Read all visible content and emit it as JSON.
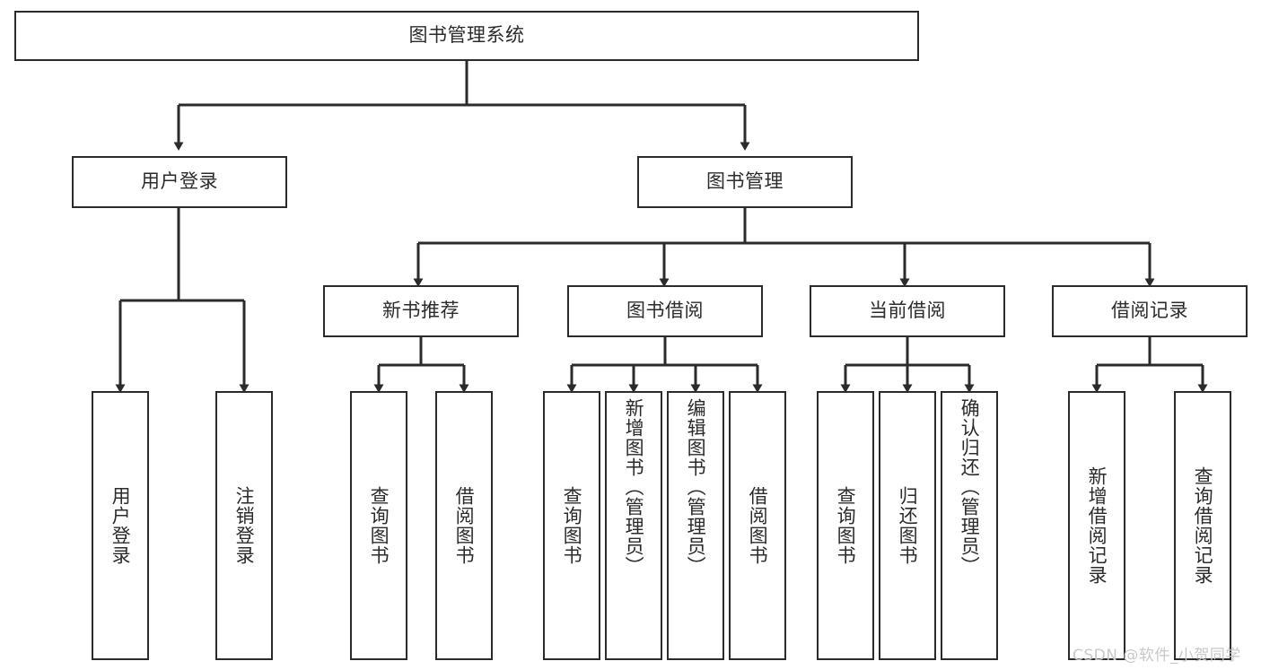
{
  "diagram": {
    "title": "图书管理系统",
    "type": "tree-hierarchy",
    "background_color": "#ffffff",
    "line_color": "#2b2b2b",
    "text_color": "#2b2b2b"
  },
  "nodes": {
    "root": {
      "label": "图书管理系统"
    },
    "level2": [
      {
        "label": "用户登录"
      },
      {
        "label": "图书管理"
      }
    ],
    "level3": [
      {
        "label": "新书推荐"
      },
      {
        "label": "图书借阅"
      },
      {
        "label": "当前借阅"
      },
      {
        "label": "借阅记录"
      }
    ],
    "leaves_user_login": [
      {
        "label": "用户登录"
      },
      {
        "label": "注销登录"
      }
    ],
    "leaves_new_books": [
      {
        "label": "查询图书"
      },
      {
        "label": "借阅图书"
      }
    ],
    "leaves_borrow": [
      {
        "label": "查询图书"
      },
      {
        "label": "新增图书（管理员）"
      },
      {
        "label": "编辑图书（管理员）"
      },
      {
        "label": "借阅图书"
      }
    ],
    "leaves_current": [
      {
        "label": "查询图书"
      },
      {
        "label": "归还图书"
      },
      {
        "label": "确认归还（管理员）"
      }
    ],
    "leaves_records": [
      {
        "label": "新增借阅记录"
      },
      {
        "label": "查询借阅记录"
      }
    ]
  },
  "watermark": {
    "text": "CSDN @软件_小贺同学",
    "color": "#c8c8c8"
  }
}
